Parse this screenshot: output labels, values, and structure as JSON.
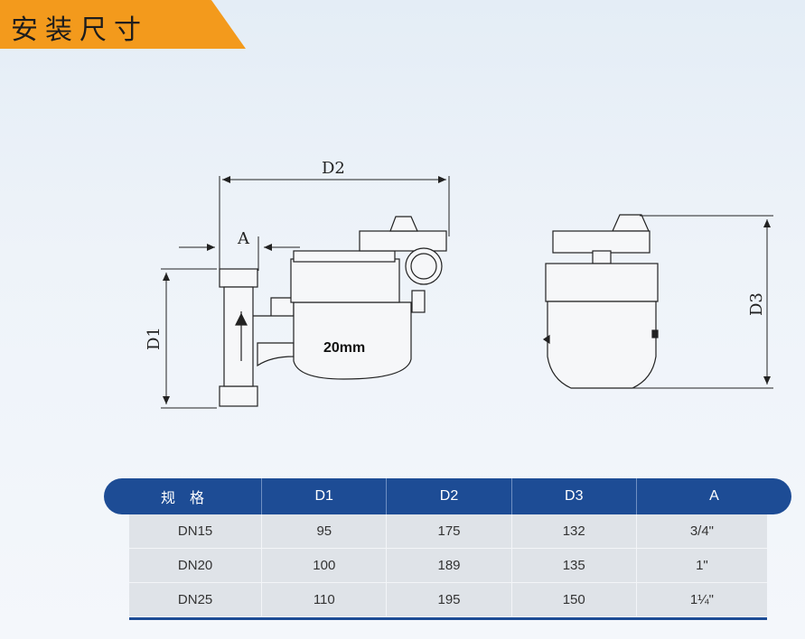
{
  "header": {
    "title": "安装尺寸"
  },
  "drawing": {
    "label_d2": "D2",
    "label_a": "A",
    "label_d1": "D1",
    "label_d3": "D3",
    "body_mark": "20mm"
  },
  "table": {
    "headers": [
      "规　格",
      "D1",
      "D2",
      "D3",
      "A"
    ],
    "rows": [
      [
        "DN15",
        "95",
        "175",
        "132",
        "3/4\""
      ],
      [
        "DN20",
        "100",
        "189",
        "135",
        "1\""
      ],
      [
        "DN25",
        "110",
        "195",
        "150",
        "1¼\""
      ]
    ]
  },
  "colors": {
    "accent": "#f39a1c",
    "header_blue": "#1d4c95",
    "row_gray": "#dfe3e8"
  }
}
